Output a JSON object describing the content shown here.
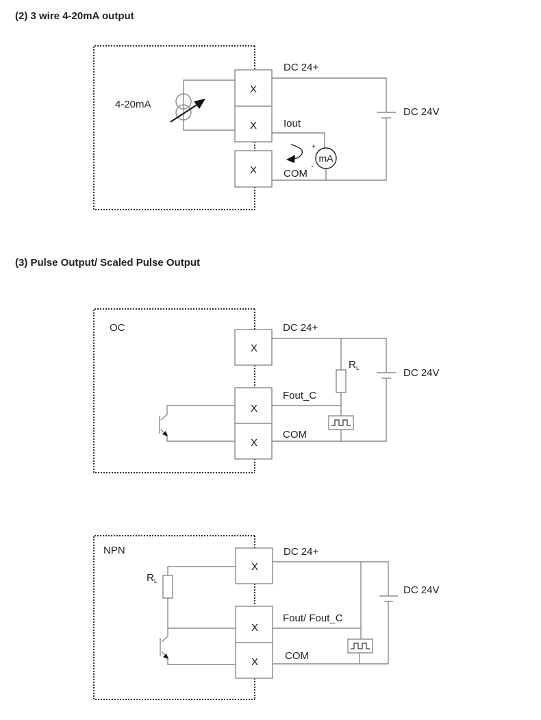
{
  "sections": [
    {
      "heading": "(2) 3 wire 4-20mA output",
      "diagram": {
        "source_label": "4-20mA",
        "terminals": [
          "X",
          "X",
          "X"
        ],
        "labels": {
          "dc_plus": "DC 24+",
          "iout": "Iout",
          "com": "COM",
          "supply": "DC 24V",
          "meter": "mA",
          "plus": "+",
          "minus": "-"
        }
      }
    },
    {
      "heading": "(3) Pulse Output/ Scaled Pulse Output",
      "diagrams": [
        {
          "type": "OC",
          "terminals": [
            "X",
            "X",
            "X"
          ],
          "labels": {
            "dc_plus": "DC 24+",
            "signal": "Fout_C",
            "com": "COM",
            "supply": "DC 24V",
            "resistor": "R",
            "resistor_sub": "L"
          }
        },
        {
          "type": "NPN",
          "terminals": [
            "X",
            "X",
            "X"
          ],
          "labels": {
            "dc_plus": "DC 24+",
            "signal": "Fout/ Fout_C",
            "com": "COM",
            "supply": "DC 24V",
            "resistor": "R",
            "resistor_sub": "L"
          }
        }
      ]
    }
  ]
}
